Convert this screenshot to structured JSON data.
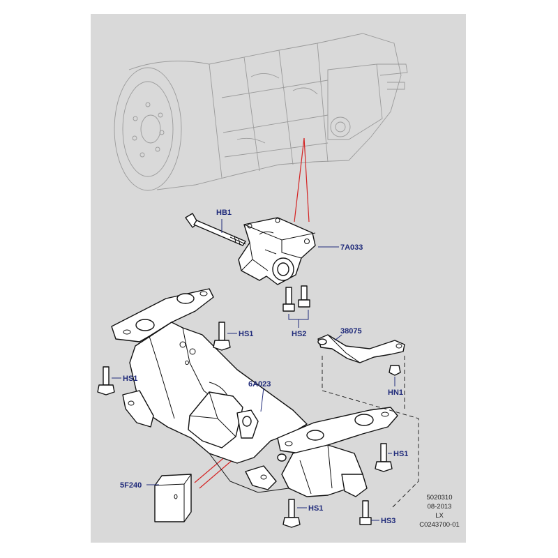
{
  "callouts": {
    "hb1": "HB1",
    "mount": "7A033",
    "hs2": "HS2",
    "bracket": "38075",
    "hs1_left_top": "HS1",
    "hs1_left": "HS1",
    "hn1": "HN1",
    "crossmember": "6A023",
    "hs1_right": "HS1",
    "pad": "5F240",
    "hs1_bottom": "HS1",
    "hs3": "HS3"
  },
  "footer": {
    "line1": "5020310",
    "line2": "08-2013",
    "line3": "LX",
    "line4": "C0243700-01"
  },
  "colors": {
    "panel": "#d9d9d9",
    "callout_text": "#1f2a7a",
    "leader_red": "#d42323",
    "ghost_line": "#9a9a9a"
  }
}
